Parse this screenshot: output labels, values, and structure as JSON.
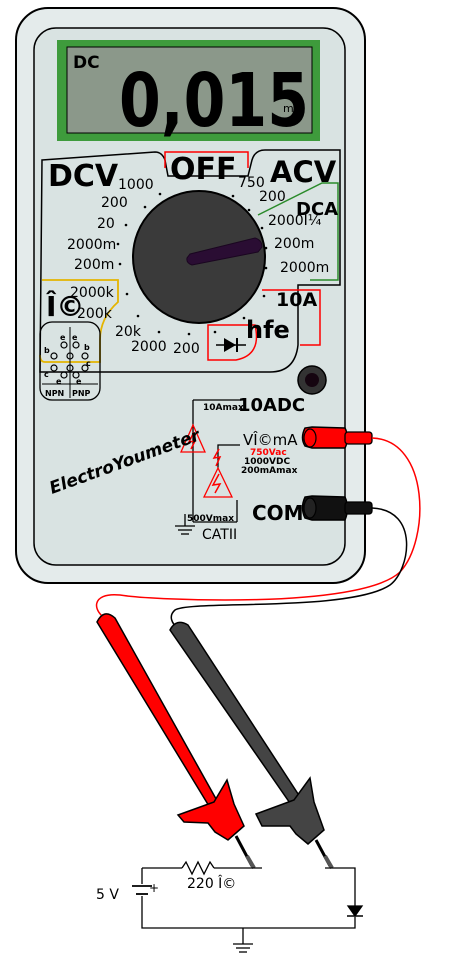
{
  "display": {
    "mode": "DC",
    "reading": "0,015",
    "unit": "m"
  },
  "dial": {
    "off": "OFF",
    "dcv": {
      "label": "DCV",
      "ranges": [
        "1000",
        "200",
        "20",
        "2000m",
        "200m"
      ]
    },
    "acv": {
      "label": "ACV",
      "ranges": [
        "750",
        "200"
      ]
    },
    "dca": {
      "label": "DCA",
      "ranges": [
        "2000Î¼",
        "200m",
        "2000m"
      ]
    },
    "ten_a": "10A",
    "hfe": "hfe",
    "ohm": {
      "label": "Î©",
      "ranges": [
        "2000k",
        "200k",
        "20k",
        "2000",
        "200"
      ]
    }
  },
  "transistor_socket": {
    "pins_left": [
      "e",
      "b",
      "c",
      "e"
    ],
    "pins_right": [
      "e",
      "b",
      "c",
      "e"
    ],
    "labels": [
      "NPN",
      "PNP"
    ]
  },
  "terminals": {
    "ten_adc": "10ADC",
    "ten_a_max": "10Amax",
    "vohm_ma": "VÎ©mA",
    "vohm_ma_limits": [
      "750Vac",
      "1000VDC",
      "200mAmax"
    ],
    "com": "COM",
    "com_limit": "500Vmax",
    "category": "CATII"
  },
  "brand": "ElectroYoumeter",
  "circuit": {
    "battery": "5 V",
    "battery_plus": "+",
    "resistor": "220 Î©"
  },
  "colors": {
    "body": "#e4ebeb",
    "bezel": "#d4dedd",
    "lcd_frame": "#3e9b3c",
    "lcd": "#8b988a",
    "knob": "#3a3a3a",
    "pointer": "#2a0d33",
    "red_probe": "#ff0000",
    "black_probe": "#444444",
    "ohm_outline": "#e4b400",
    "dca_outline": "#2b8b2b"
  }
}
